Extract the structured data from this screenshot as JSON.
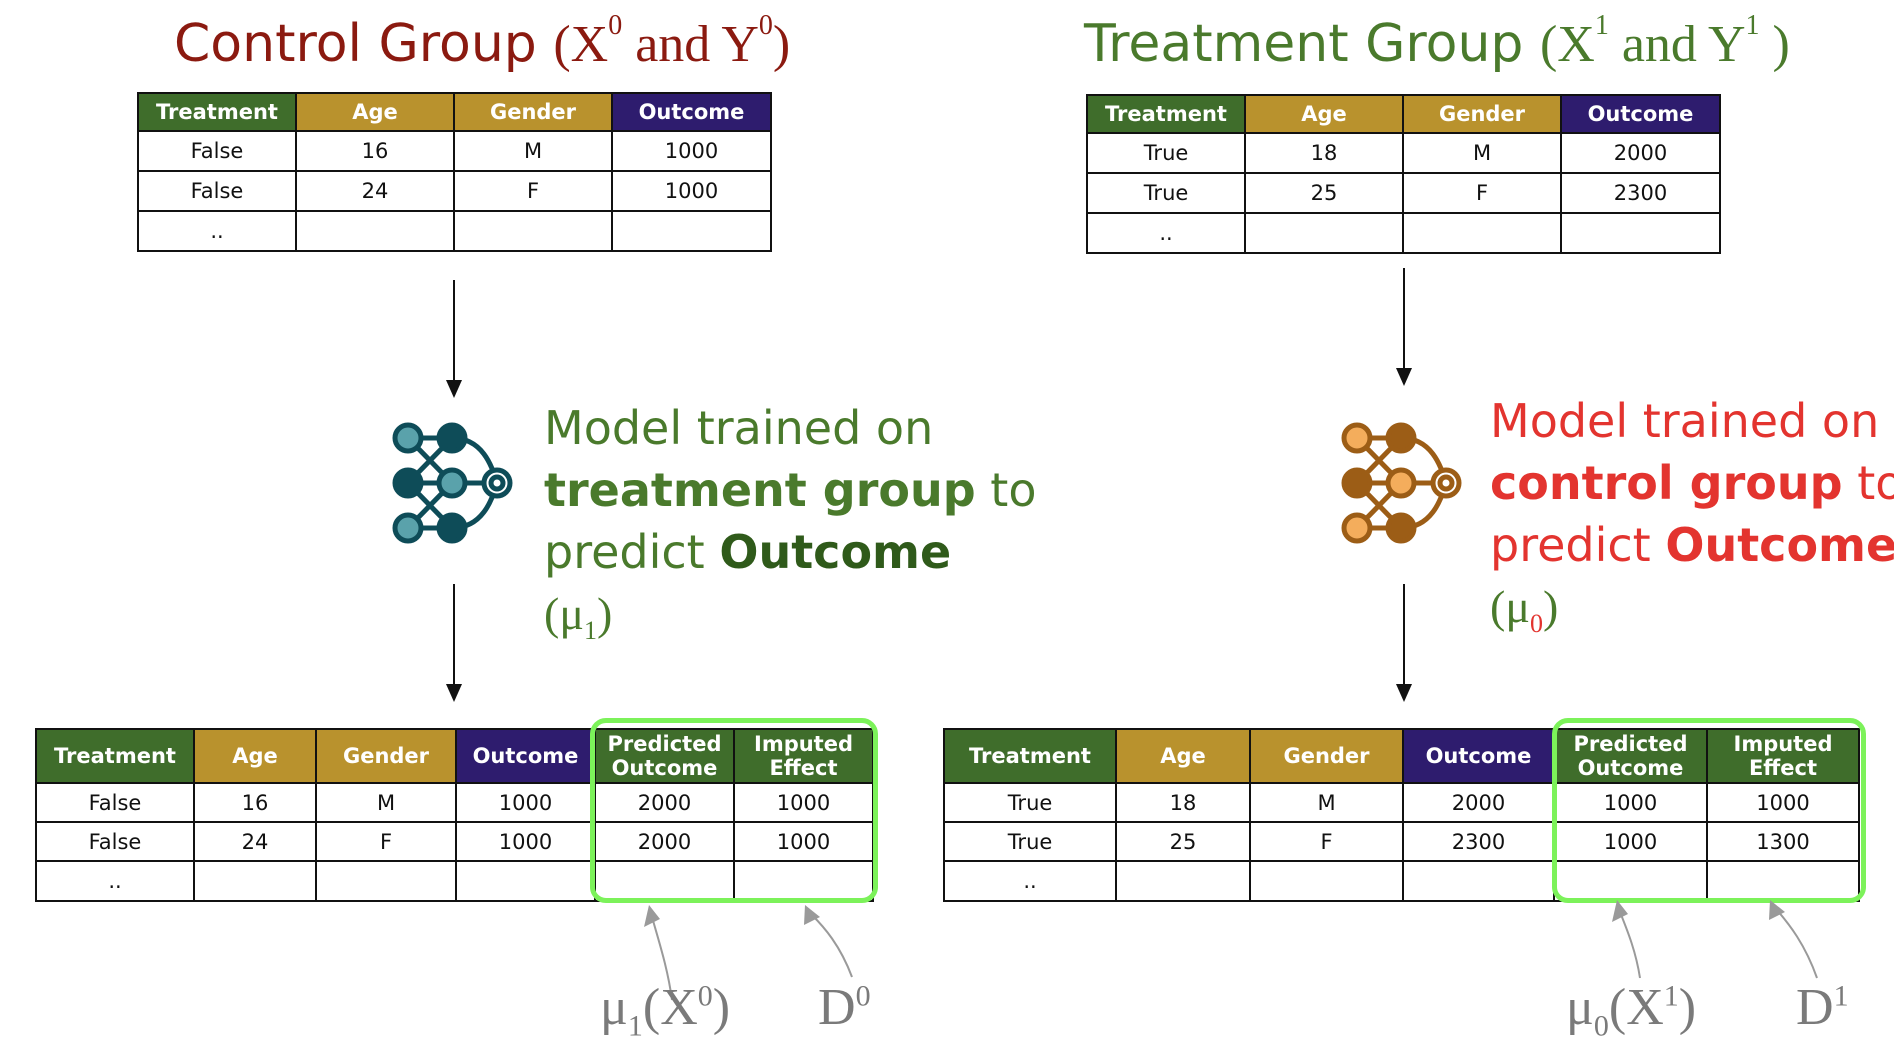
{
  "left": {
    "title": {
      "prefix": "Control Group ",
      "open": "(X",
      "sup1": "0",
      "mid": " and Y",
      "sup2": "0",
      "close": ")"
    },
    "top_table": {
      "headers": [
        "Treatment",
        "Age",
        "Gender",
        "Outcome"
      ],
      "rows": [
        [
          "False",
          "16",
          "M",
          "1000"
        ],
        [
          "False",
          "24",
          "F",
          "1000"
        ],
        [
          "..",
          "",
          "",
          ""
        ]
      ]
    },
    "model": {
      "line1": "Model trained on",
      "line2_bold": "treatment group",
      "line2_rest": " to",
      "line3_plain": "predict ",
      "line3_bold": "Outcome",
      "mu_open": "(",
      "mu": "μ",
      "mu_sub": "1",
      "mu_close": ")"
    },
    "bottom_table": {
      "headers": [
        "Treatment",
        "Age",
        "Gender",
        "Outcome",
        "Predicted Outcome",
        "Imputed Effect"
      ],
      "rows": [
        [
          "False",
          "16",
          "M",
          "1000",
          "2000",
          "1000"
        ],
        [
          "False",
          "24",
          "F",
          "1000",
          "2000",
          "1000"
        ],
        [
          "..",
          "",
          "",
          "",
          "",
          ""
        ]
      ]
    },
    "annotations": {
      "pred": {
        "mu": "μ",
        "sub": "1",
        "open": "(X",
        "sup": "0",
        "close": ")"
      },
      "effect": {
        "base": "D",
        "sup": "0"
      }
    }
  },
  "right": {
    "title": {
      "prefix": "Treatment Group ",
      "open": "(X",
      "sup1": "1",
      "mid": " and Y",
      "sup2": "1",
      "close": " )"
    },
    "top_table": {
      "headers": [
        "Treatment",
        "Age",
        "Gender",
        "Outcome"
      ],
      "rows": [
        [
          "True",
          "18",
          "M",
          "2000"
        ],
        [
          "True",
          "25",
          "F",
          "2300"
        ],
        [
          "..",
          "",
          "",
          ""
        ]
      ]
    },
    "model": {
      "line1": "Model trained on",
      "line2_bold": "control group",
      "line2_rest": " to",
      "line3_plain": "predict ",
      "line3_bold": "Outcome",
      "mu_open": "(",
      "mu": "μ",
      "mu_sub": "0",
      "mu_close": ")"
    },
    "bottom_table": {
      "headers": [
        "Treatment",
        "Age",
        "Gender",
        "Outcome",
        "Predicted Outcome",
        "Imputed Effect"
      ],
      "rows": [
        [
          "True",
          "18",
          "M",
          "2000",
          "1000",
          "1000"
        ],
        [
          "True",
          "25",
          "F",
          "2300",
          "1000",
          "1300"
        ],
        [
          "..",
          "",
          "",
          "",
          "",
          ""
        ]
      ]
    },
    "annotations": {
      "pred": {
        "mu": "μ",
        "sub": "0",
        "open": "(X",
        "sup": "1",
        "close": ")"
      },
      "effect": {
        "base": "D",
        "sup": "1"
      }
    }
  },
  "colors": {
    "header_green": "#3f6d2b",
    "header_gold": "#b9922d",
    "header_purple": "#2e1c6e",
    "control_cell": "#f1cfd0",
    "treatment_cell": "#b9d8a4",
    "control_title": "#8b1a10",
    "treatment_title": "#4a7a2c",
    "model_left_text": "#4a7a2c",
    "model_right_text": "#e3342f",
    "highlight_box": "#7cf25a",
    "network_left": [
      "#0e4c58",
      "#5aa2ab"
    ],
    "network_right": [
      "#9c5d16",
      "#f4ad5c"
    ]
  },
  "icons": [
    "neural-network-icon",
    "arrow-down-icon",
    "curved-arrow-icon"
  ]
}
